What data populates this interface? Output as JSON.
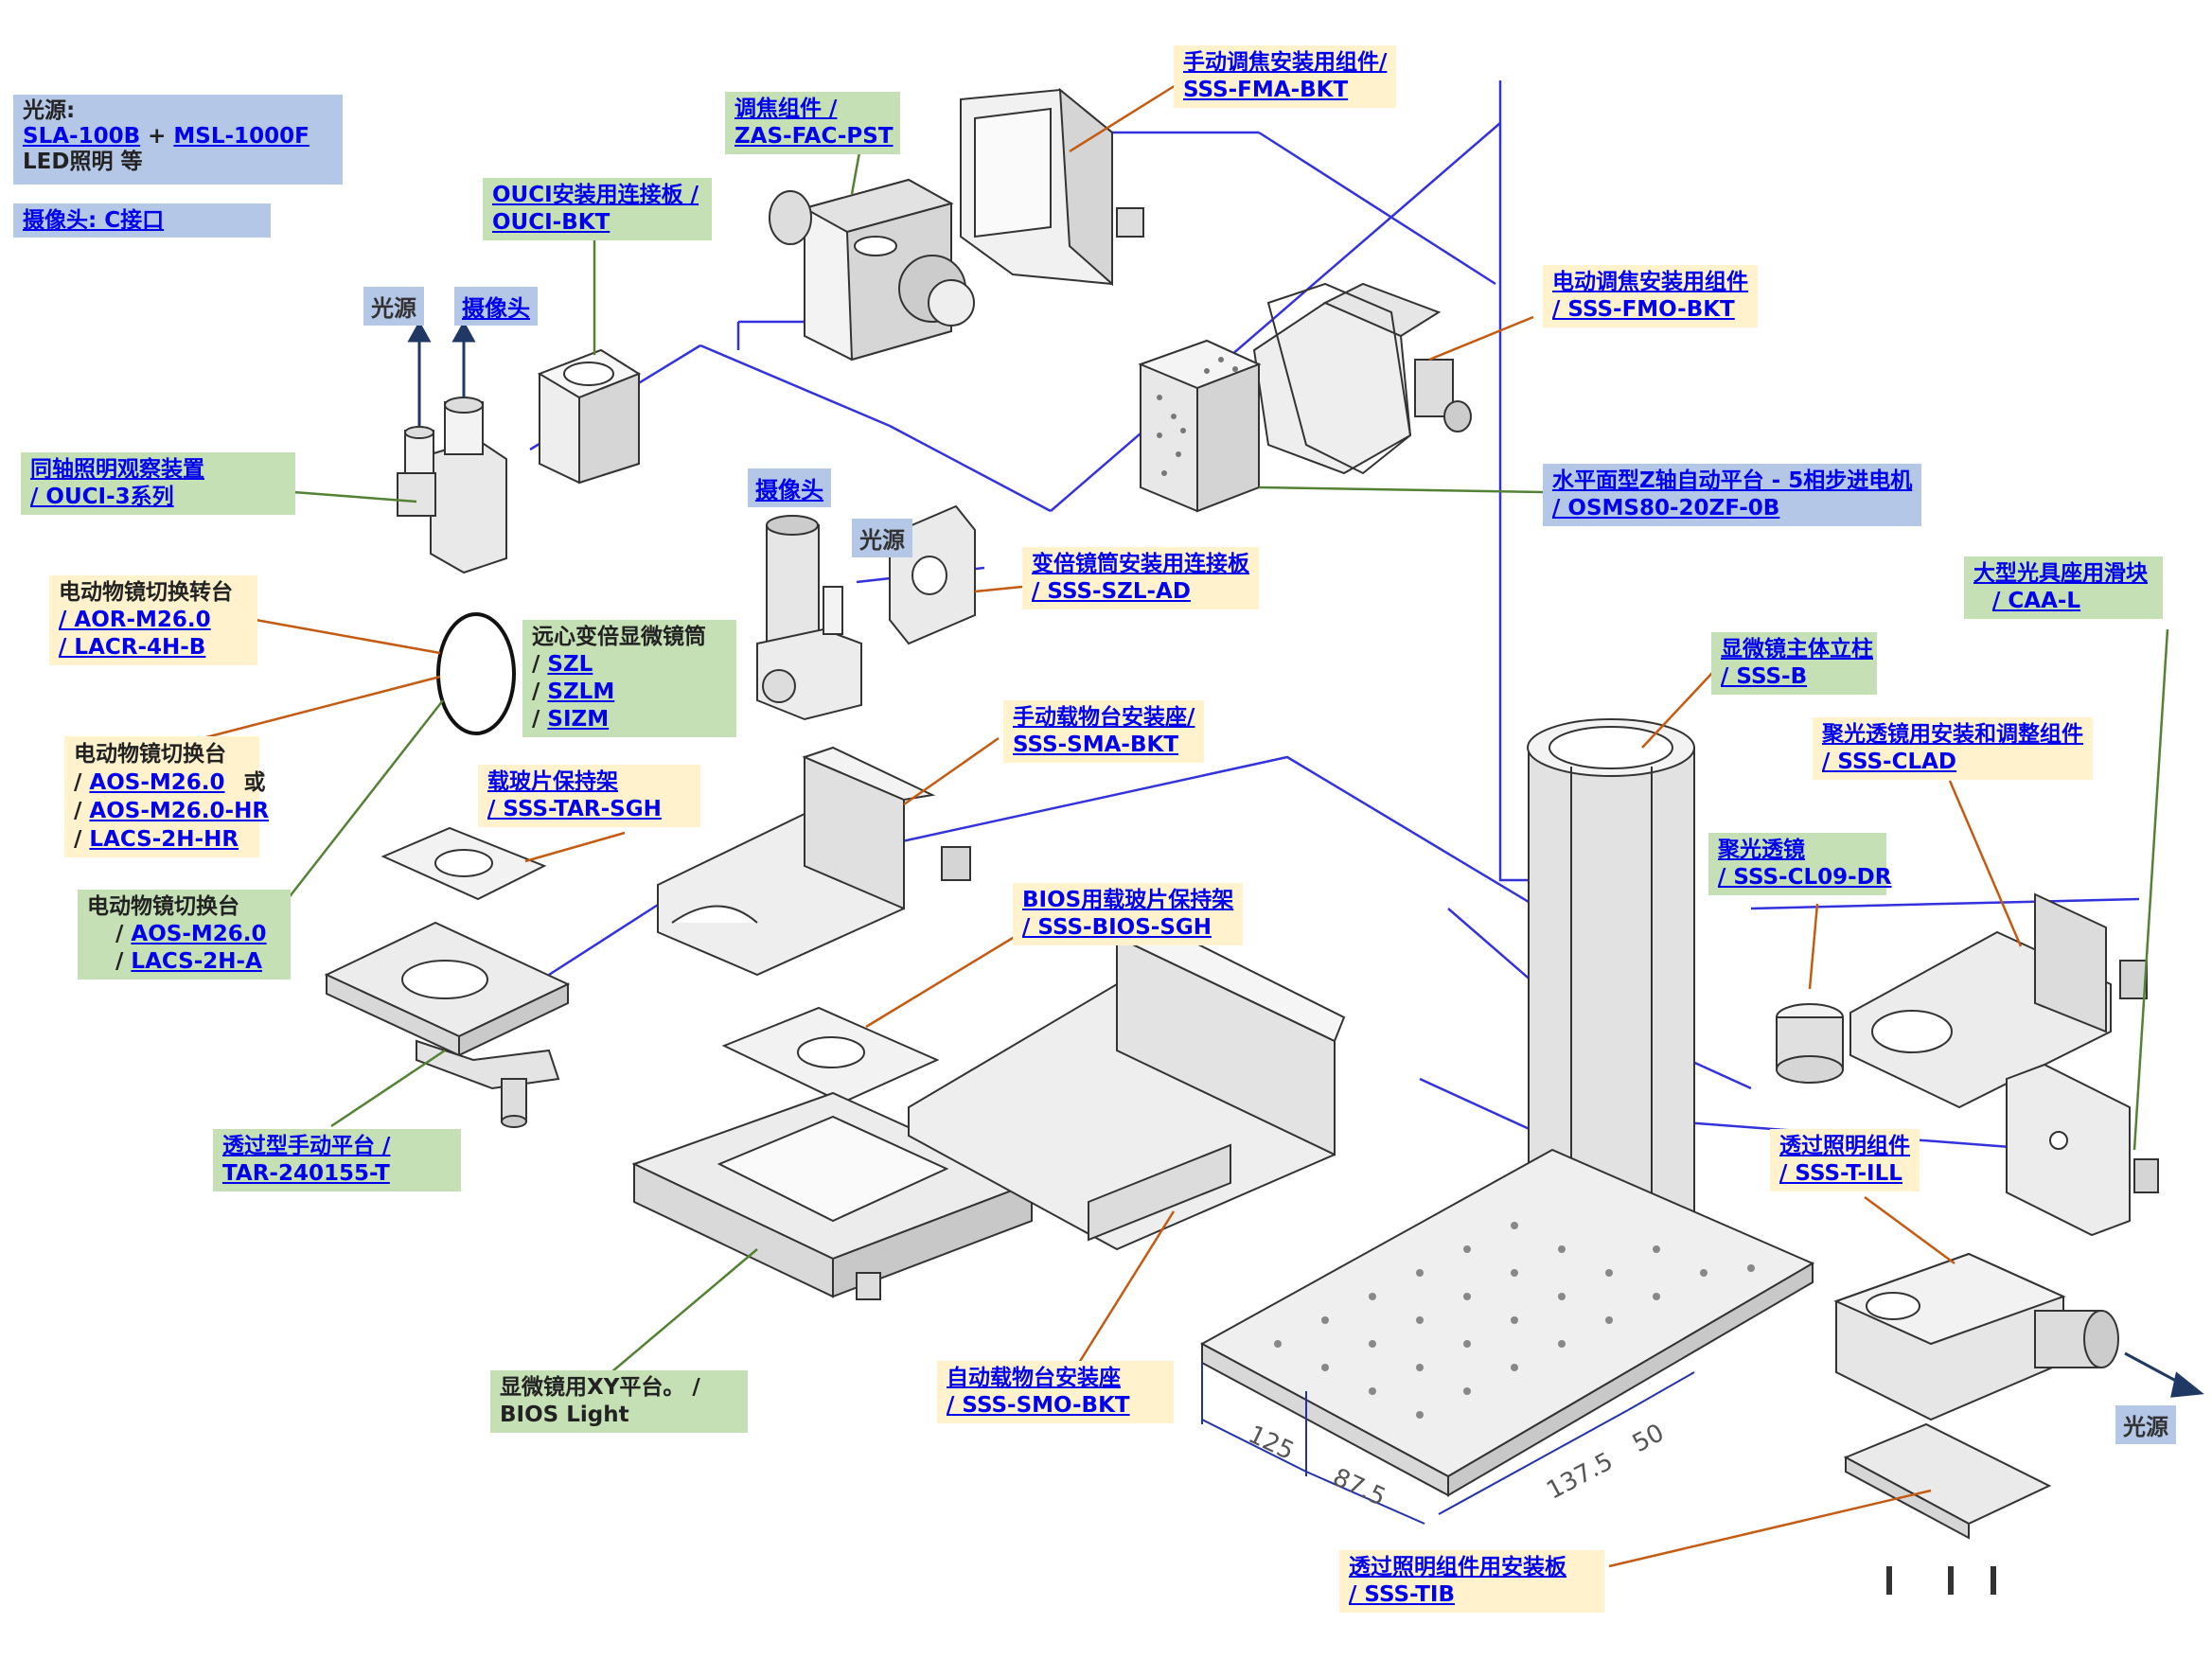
{
  "colors": {
    "callout_green": "#c5e0b4",
    "callout_yellow": "#fff2cc",
    "callout_blue": "#b4c7e7",
    "link": "#0000ee",
    "leader_orange": "#c55a11",
    "leader_green": "#548235",
    "connector_blue": "#3333dd"
  },
  "header": {
    "light_source_title": "光源:",
    "light_src_a": "SLA-100B",
    "plus": " + ",
    "light_src_b": "MSL-1000F",
    "light_src_etc": "LED照明 等",
    "camera_mount": "摄像头: C接口"
  },
  "small_tags": {
    "light_source": "光源",
    "camera": "摄像头"
  },
  "callouts": {
    "fma": {
      "name": "手动调焦安装用组件/",
      "code": "SSS-FMA-BKT"
    },
    "zas": {
      "name": "调焦组件 /",
      "code": "ZAS-FAC-PST"
    },
    "ouci_bkt": {
      "name": "OUCI安装用连接板 /",
      "code": "OUCI-BKT"
    },
    "fmo": {
      "name": "电动调焦安装用组件",
      "code": "/ SSS-FMO-BKT"
    },
    "osms": {
      "name": "水平面型Z轴自动平台 - 5相步进电机",
      "code": "/ OSMS80-20ZF-0B"
    },
    "ouci3": {
      "name": "同轴照明观察装置",
      "code": "/ OUCI-3系列"
    },
    "szl_ad": {
      "name": "变倍镜筒安装用连接板",
      "code": "/ SSS-SZL-AD"
    },
    "aor": {
      "name": "电动物镜切换转台",
      "code1": "/ AOR-M26.0",
      "code2": "/ LACR-4H-B"
    },
    "szl": {
      "name": "远心变倍显微镜筒",
      "slash": "/ ",
      "c1": "SZL",
      "c2": "SZLM",
      "c3": "SIZM"
    },
    "caa": {
      "name": "大型光具座用滑块",
      "code": "/ CAA-L"
    },
    "sss_b": {
      "name": "显微镜主体立柱",
      "code": "/ SSS-B"
    },
    "aos_hr": {
      "name": "电动物镜切换台",
      "slash": "/ ",
      "c1": "AOS-M26.0",
      "or": "或",
      "c2": "AOS-M26.0-HR",
      "c3": "LACS-2H-HR"
    },
    "sma": {
      "name": "手动载物台安装座/",
      "code": "SSS-SMA-BKT"
    },
    "clad": {
      "name": "聚光透镜用安装和调整组件",
      "code": "/ SSS-CLAD"
    },
    "tar_sgh": {
      "name": "载玻片保持架",
      "code": "/ SSS-TAR-SGH"
    },
    "cl09": {
      "name": "聚光透镜",
      "code": "/ SSS-CL09-DR"
    },
    "aos_a": {
      "name": "电动物镜切换台",
      "slash": "/ ",
      "c1": "AOS-M26.0",
      "c2": "LACS-2H-A"
    },
    "bios_sgh": {
      "name": "BIOS用载玻片保持架",
      "code": "/ SSS-BIOS-SGH"
    },
    "t_ill": {
      "name": "透过照明组件",
      "code": "/ SSS-T-ILL"
    },
    "tar240": {
      "name": "透过型手动平台 /",
      "code": "TAR-240155-T"
    },
    "bios_light": {
      "name": "显微镜用XY平台。 /",
      "code": "BIOS Light"
    },
    "smo": {
      "name": "自动载物台安装座",
      "code": "/ SSS-SMO-BKT"
    },
    "tib": {
      "name": "透过照明组件用安装板",
      "code": "/ SSS-TIB"
    }
  },
  "dimensions": {
    "d1": "125",
    "d2": "87.5",
    "d3": "137.5",
    "d4": "50"
  },
  "icons": [
    "arrow-up-icon",
    "arrow-right-icon"
  ]
}
